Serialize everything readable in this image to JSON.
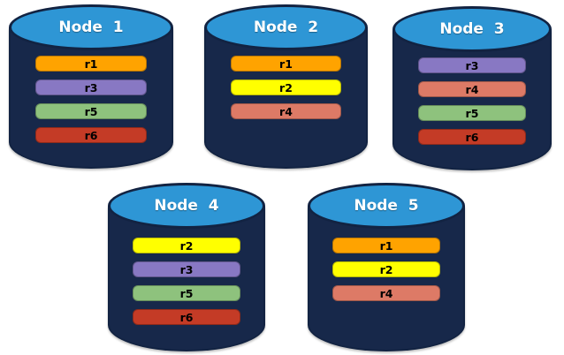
{
  "colors": {
    "background": "#FFFFFF",
    "cylinder_body": "#17284A",
    "cylinder_outline": "#122342",
    "cylinder_top": "#2E96D5",
    "title_text": "#FFFFFF",
    "bar_text": "#000000",
    "replica_colors": {
      "r1": "#FFA300",
      "r2": "#FFFF00",
      "r3": "#8878C3",
      "r4": "#DD7A66",
      "r5": "#8EC27D",
      "r6": "#C43B26"
    }
  },
  "nodes": [
    {
      "label": "Node  1",
      "replicas": [
        {
          "label": "r1",
          "color": "#FFA300"
        },
        {
          "label": "r3",
          "color": "#8878C3"
        },
        {
          "label": "r5",
          "color": "#8EC27D"
        },
        {
          "label": "r6",
          "color": "#C43B26"
        }
      ]
    },
    {
      "label": "Node  2",
      "replicas": [
        {
          "label": "r1",
          "color": "#FFA300"
        },
        {
          "label": "r2",
          "color": "#FFFF00"
        },
        {
          "label": "r4",
          "color": "#DD7A66"
        }
      ]
    },
    {
      "label": "Node  3",
      "replicas": [
        {
          "label": "r3",
          "color": "#8878C3"
        },
        {
          "label": "r4",
          "color": "#DD7A66"
        },
        {
          "label": "r5",
          "color": "#8EC27D"
        },
        {
          "label": "r6",
          "color": "#C43B26"
        }
      ]
    },
    {
      "label": "Node  4",
      "replicas": [
        {
          "label": "r2",
          "color": "#FFFF00"
        },
        {
          "label": "r3",
          "color": "#8878C3"
        },
        {
          "label": "r5",
          "color": "#8EC27D"
        },
        {
          "label": "r6",
          "color": "#C43B26"
        }
      ]
    },
    {
      "label": "Node  5",
      "replicas": [
        {
          "label": "r1",
          "color": "#FFA300"
        },
        {
          "label": "r2",
          "color": "#FFFF00"
        },
        {
          "label": "r4",
          "color": "#DD7A66"
        }
      ]
    }
  ]
}
